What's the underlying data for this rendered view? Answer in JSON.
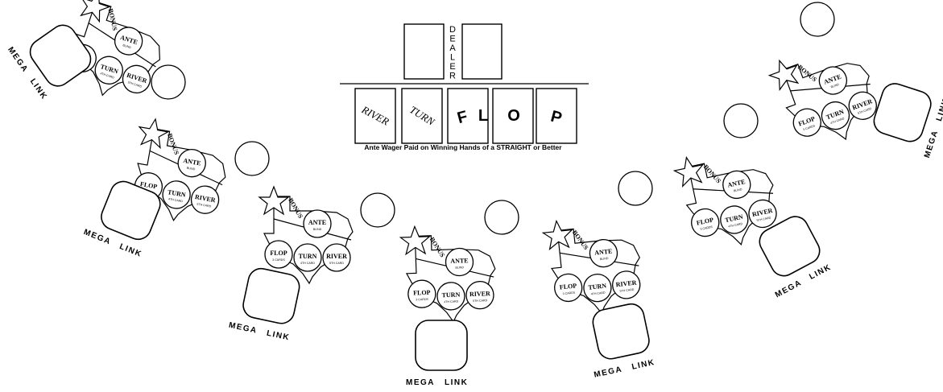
{
  "dealer_area": {
    "dealer_label": "DEALER",
    "community_cards": [
      {
        "label": "RIVER",
        "style": "serif-italic"
      },
      {
        "label": "TURN",
        "style": "serif-italic"
      },
      {
        "label": "F",
        "style": "bold-rotated"
      },
      {
        "label": "L",
        "style": "bold-rotated"
      },
      {
        "label": "O",
        "style": "bold-rotated"
      },
      {
        "label": "P",
        "style": "bold-rotated"
      }
    ],
    "notice": "Ante Wager Paid on Winning Hands of a STRAIGHT or Better"
  },
  "player_spot": {
    "bonus_label": "BONUS",
    "ante_label": "ANTE",
    "ante_sub": "BLIND",
    "flop_label": "FLOP",
    "flop_sub": "3 CARDS",
    "turn_label": "TURN",
    "turn_sub": "4TH CARD",
    "river_label": "RIVER",
    "river_sub": "5TH CARD",
    "mega_label": "MEGA",
    "link_label": "LINK"
  },
  "colors": {
    "ink": "#000000",
    "felt": "#ffffff"
  }
}
